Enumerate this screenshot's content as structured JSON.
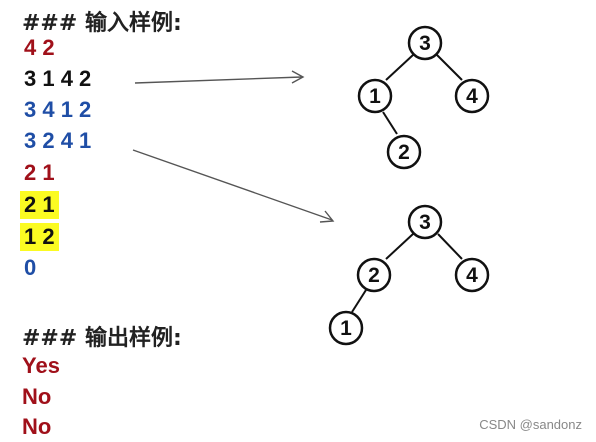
{
  "input_heading": "### 输入样例:",
  "input_lines": [
    {
      "text": "4 2",
      "color": "#a0101a",
      "highlight": false
    },
    {
      "text": "3 1 4 2",
      "color": "#111111",
      "highlight": false
    },
    {
      "text": "3 4 1 2",
      "color": "#1f4ea6",
      "highlight": false
    },
    {
      "text": "3 2 4 1",
      "color": "#1f4ea6",
      "highlight": false
    },
    {
      "text": "2 1",
      "color": "#a0101a",
      "highlight": false
    },
    {
      "text": "2 1",
      "color": "#111111",
      "highlight": true
    },
    {
      "text": "1 2",
      "color": "#111111",
      "highlight": true
    },
    {
      "text": "0",
      "color": "#1f4ea6",
      "highlight": false
    }
  ],
  "output_heading": "### 输出样例:",
  "output_lines": [
    "Yes",
    "No",
    "No"
  ],
  "trees": [
    {
      "name": "tree-1",
      "nodes": [
        "3",
        "1",
        "4",
        "2"
      ]
    },
    {
      "name": "tree-2",
      "nodes": [
        "3",
        "2",
        "4",
        "1"
      ]
    }
  ],
  "highlight_color": "#fbfb22",
  "watermark": "CSDN @sandonz"
}
